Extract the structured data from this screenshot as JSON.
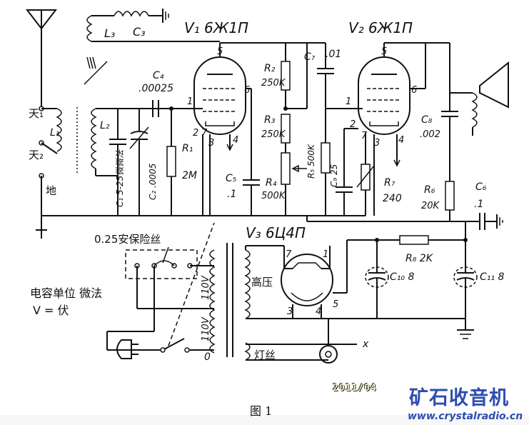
{
  "labels": {
    "v1": "V₁ 6Ж1П",
    "v2": "V₂ 6Ж1П",
    "v3": "V₃ 6Ц4П",
    "l3": "L₃",
    "c3": "C₃",
    "c4": "C₄",
    "c4_val": ".00025",
    "c1": "C₁ 5-25微微法",
    "c2": "C₂ .0005",
    "r1": "R₁",
    "r1_val": "2M",
    "r2": "R₂",
    "r2_val": "250K",
    "r3": "R₃",
    "r3_val": "250K",
    "r4": "R₄",
    "r4_val": "500K",
    "c5": "C₅",
    "c5_val": ".1",
    "c7": "C₇",
    "c7_val": ".01",
    "r5": "R₅ 500K",
    "c9": "C₉ 25",
    "r7": "R₇",
    "r7_val": "240",
    "c8": "C₈",
    "c8_val": ".002",
    "r6": "R₆",
    "r6_val": "20K",
    "c6": "C₆",
    "c6_val": ".1",
    "r8": "R₈ 2K",
    "c10": "C₁₀ 8",
    "c11": "C₁₁ 8",
    "l1": "L₁",
    "l2": "L₂",
    "ant1": "天₁",
    "ant2": "天₂",
    "ground": "地",
    "fuse": "0.25安保险丝",
    "hv": "高压",
    "filament": "灯丝",
    "v110a": "110V",
    "v110b": "110V",
    "zero": "0",
    "x": "x",
    "unit_line1": "电容单位  微法",
    "unit_line2": "V = 伏",
    "p1": "1",
    "p2": "2",
    "p3": "3",
    "p4": "4",
    "p5": "5",
    "p6": "6",
    "p7": "7",
    "q1": "1",
    "q2": "2",
    "q3": "3",
    "q4": "4",
    "q5": "5",
    "q6": "6",
    "q7": "7",
    "s1": "1",
    "s3": "3",
    "s4": "4",
    "s5": "5",
    "s7": "7",
    "figure": "图  1"
  },
  "watermark": {
    "date": "2011/04",
    "site_name": "矿石收音机",
    "url": "www.crystalradio.cn"
  }
}
